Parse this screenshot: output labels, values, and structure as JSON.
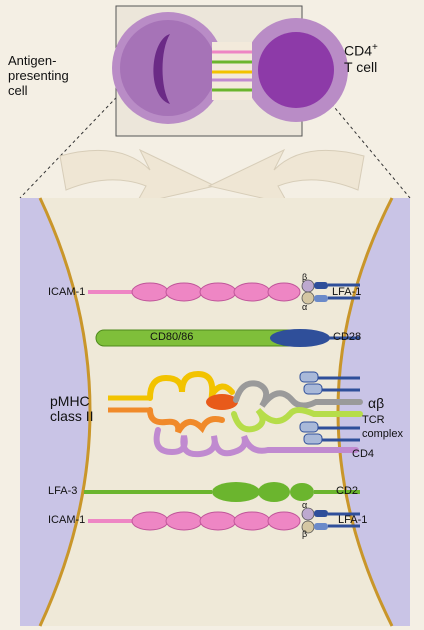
{
  "top": {
    "apc_label": "Antigen-\npresenting\ncell",
    "tcell_label_main": "CD4",
    "tcell_label_sup": "+",
    "tcell_label_sub": "T cell"
  },
  "molecules": {
    "icam1_top": "ICAM-1",
    "lfa1_top": "LFA-1",
    "cd80_86": "CD80/86",
    "cd28": "CD28",
    "pmhc": "pMHC",
    "class2": "class II",
    "alphabeta": "αβ",
    "tcr": "TCR",
    "complex": "complex",
    "cd4": "CD4",
    "lfa3": "LFA-3",
    "cd2": "CD2",
    "icam1_bottom": "ICAM-1",
    "lfa1_bottom": "LFA-1",
    "beta_top": "β",
    "alpha_top": "α",
    "alpha_bottom": "α",
    "beta_bottom": "β"
  },
  "colors": {
    "membrane": "#c9962a",
    "apc_bg": "#c9c4e6",
    "tcell_bg": "#c9c4e6",
    "icam_pink": "#ee86c4",
    "green": "#6bb52e",
    "blue": "#2f4f9a",
    "yellow": "#f2c300",
    "orange": "#f08a2a",
    "grey": "#9a9a9a",
    "lightgreen": "#b6dd4a",
    "lavender": "#c08ad0"
  }
}
